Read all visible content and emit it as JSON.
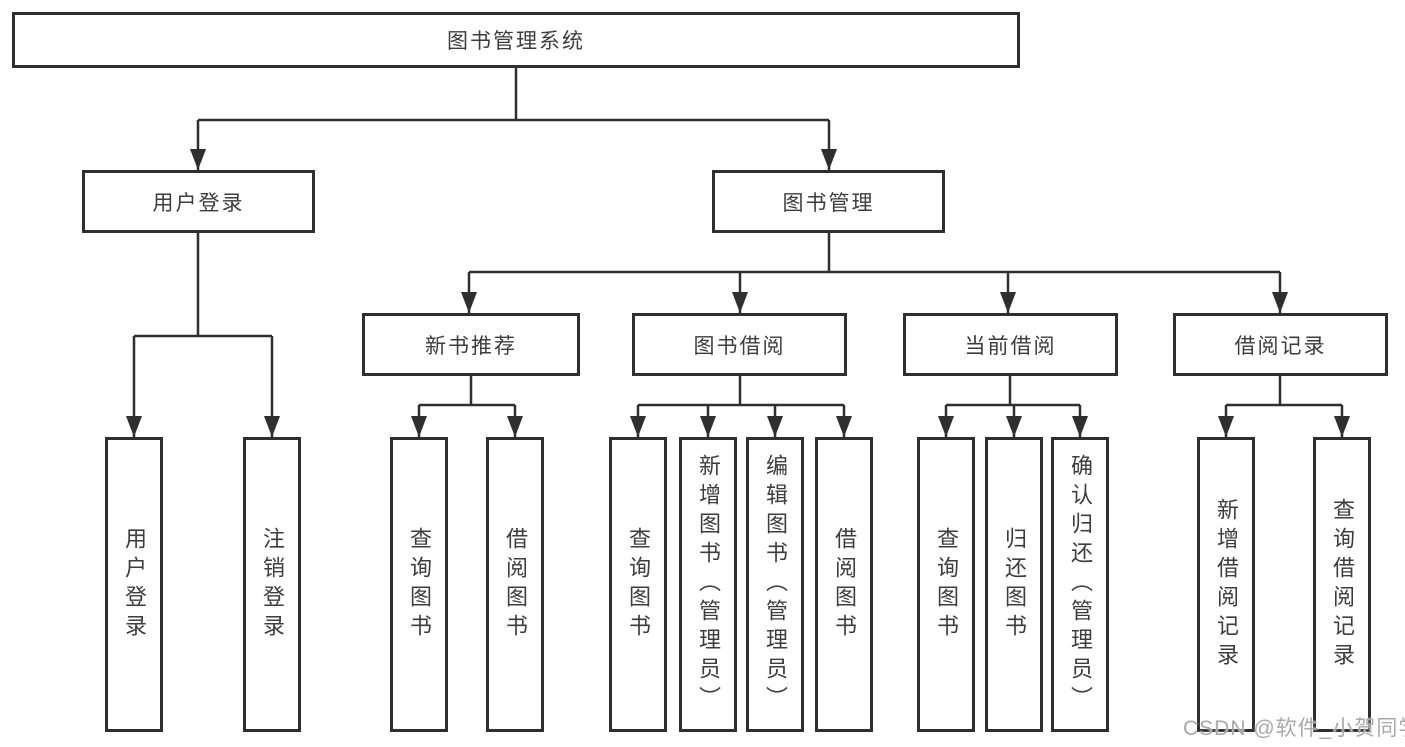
{
  "diagram": {
    "root": "图书管理系统",
    "level2": {
      "login": "用户登录",
      "books": "图书管理"
    },
    "level3": {
      "recommend": "新书推荐",
      "borrow": "图书借阅",
      "current": "当前借阅",
      "records": "借阅记录"
    },
    "leaves": {
      "login": [
        "用户登录",
        "注销登录"
      ],
      "recommend": [
        "查询图书",
        "借阅图书"
      ],
      "borrow": [
        "查询图书",
        "新增图书（管理员）",
        "编辑图书（管理员）",
        "借阅图书"
      ],
      "current": [
        "查询图书",
        "归还图书",
        "确认归还（管理员）"
      ],
      "records": [
        "新增借阅记录",
        "查询借阅记录"
      ]
    },
    "watermark": "CSDN @软件_小贺同学"
  },
  "colors": {
    "line": "#2f2f2f",
    "border": "#2f2f2f",
    "text": "#3d3d3d",
    "watermark": "#a9a9a9",
    "background": "#ffffff"
  }
}
